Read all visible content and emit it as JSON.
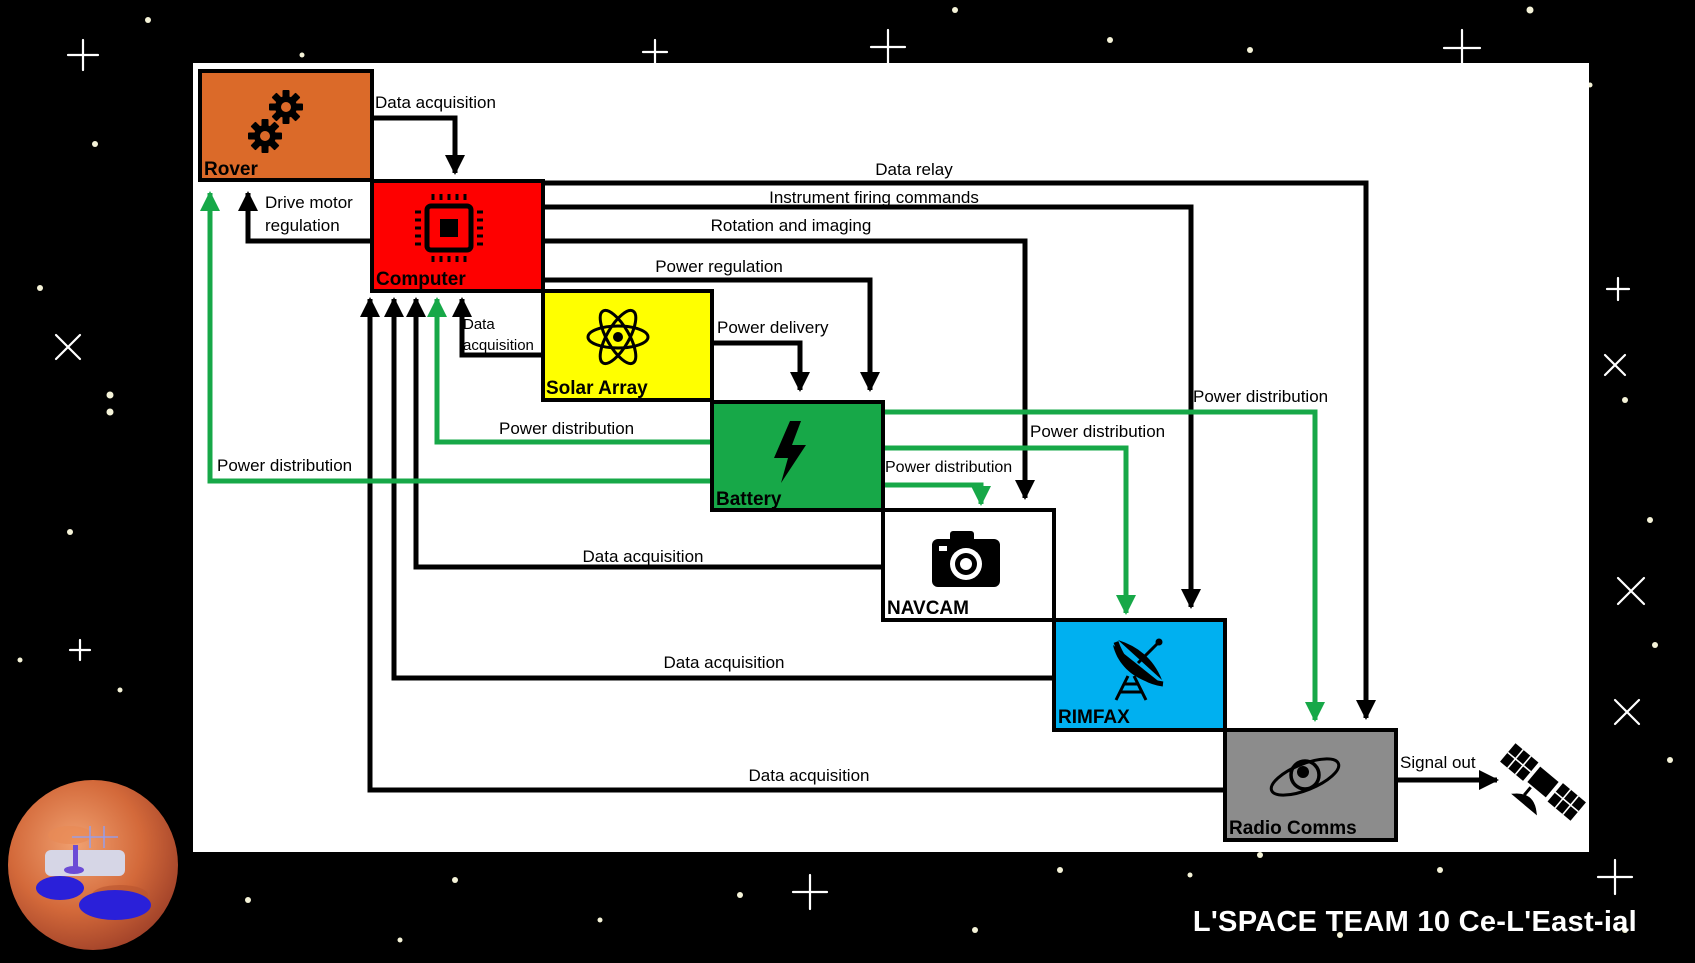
{
  "footer": {
    "team_title": "L'SPACE TEAM 10 Ce-L'East-ial"
  },
  "colors": {
    "background": "#000000",
    "rover": "#db6a29",
    "computer": "#fe0000",
    "solar_array": "#ffff00",
    "battery": "#17a848",
    "navcam": "#ffffff",
    "rimfax": "#00b0f0",
    "radio_comms": "#8c8c8c",
    "data_flow": "#000000",
    "power_flow": "#17a848"
  },
  "blocks": {
    "rover": {
      "label": "Rover",
      "icon": "gears-icon"
    },
    "computer": {
      "label": "Computer",
      "icon": "cpu-chip-icon"
    },
    "solar_array": {
      "label": "Solar Array",
      "icon": "atom-icon"
    },
    "battery": {
      "label": "Battery",
      "icon": "lightning-bolt-icon"
    },
    "navcam": {
      "label": "NAVCAM",
      "icon": "camera-icon"
    },
    "rimfax": {
      "label": "RIMFAX",
      "icon": "radar-dish-icon"
    },
    "radio_comms": {
      "label": "Radio Comms",
      "icon": "planet-orbit-icon"
    }
  },
  "flows": {
    "rover_to_computer": "Data acquisition",
    "computer_to_rover": "Drive motor regulation",
    "computer_to_radio": "Data relay",
    "computer_to_rimfax": "Instrument firing commands",
    "computer_to_navcam": "Rotation and imaging",
    "computer_to_battery": "Power regulation",
    "solar_to_computer": "Data acquisition",
    "solar_to_battery": "Power delivery",
    "battery_to_computer": "Power distribution",
    "battery_to_rover": "Power distribution",
    "battery_to_navcam": "Power distribution",
    "battery_to_rimfax": "Power distribution",
    "battery_to_radio": "Power distribution",
    "navcam_to_computer": "Data acquisition",
    "rimfax_to_computer": "Data acquisition",
    "radio_to_computer": "Data acquisition",
    "radio_out": "Signal out"
  },
  "decor": {
    "satellite": "satellite-icon",
    "mascot": "mars-rover-planet-icon"
  }
}
